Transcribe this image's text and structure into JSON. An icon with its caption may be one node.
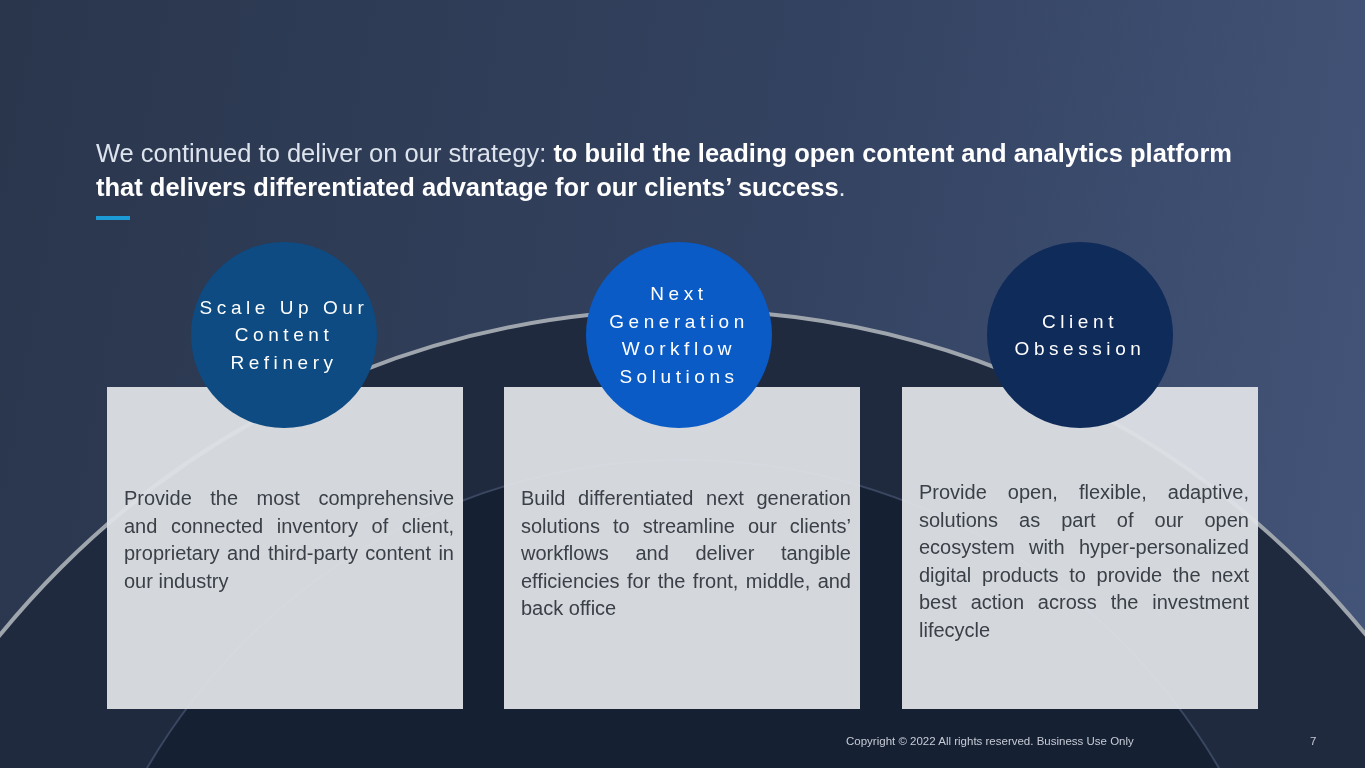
{
  "diagram": {
    "title": "We continued to deliver on our strategy: **to build the leading open content and analytics platform that delivers differentiated advantage for our clients’ success**.",
    "nodes": [
      {
        "text": [
          "Scale Up Our Content Refinery"
        ]
      },
      {
        "text": [
          "Provide the most comprehensive and connected inventory of client, proprietary and third-party content in our industry"
        ]
      },
      {
        "text": [
          "Next Generation Workflow Solutions"
        ]
      },
      {
        "text": [
          "Build differentiated next generation solutions to streamline our clients’ workflows and deliver tangible efficiencies for the front, middle, and back office"
        ]
      },
      {
        "text": [
          "Client Obsession"
        ]
      },
      {
        "text": [
          "Provide open, flexible, adaptive, solutions as part of our open ecosystem with hyper-personalized digital products to provide the next best action across the investment lifecycle"
        ]
      }
    ],
    "labels": [
      "Copyright © 2022 All rights reserved. Business Use Only",
      "7"
    ]
  }
}
